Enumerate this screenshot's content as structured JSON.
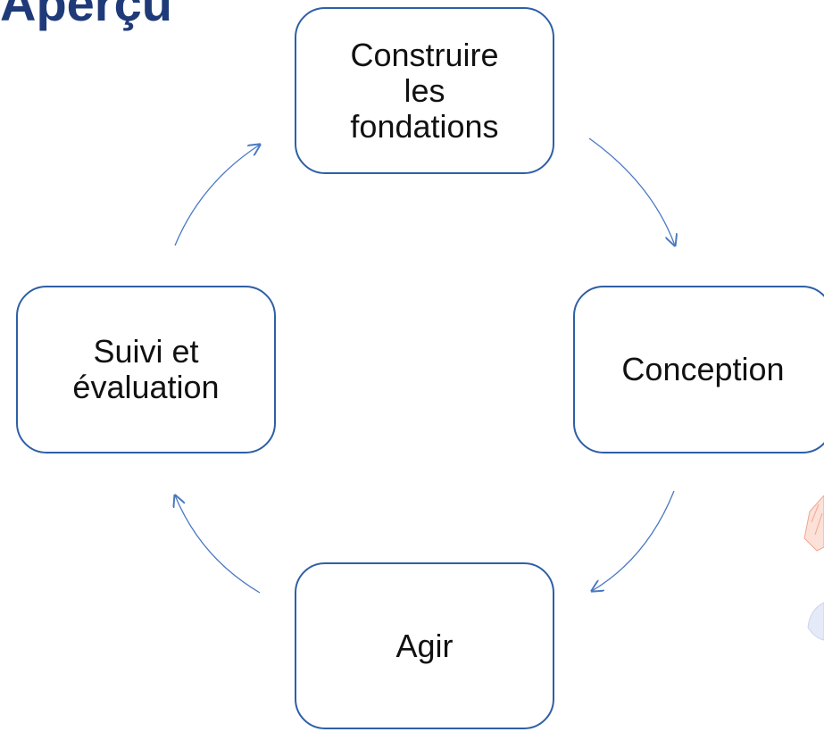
{
  "slide": {
    "title": "Aperçu"
  },
  "diagram": {
    "type": "cycle",
    "accent_color": "#2e5fa5",
    "arrow_color": "#4a78c2",
    "title_color": "#1f3a78",
    "nodes": [
      {
        "id": "top",
        "label": "Construire les fondations"
      },
      {
        "id": "right",
        "label": "Conception"
      },
      {
        "id": "bottom",
        "label": "Agir"
      },
      {
        "id": "left",
        "label": "Suivi et évaluation"
      }
    ]
  },
  "decorations": {
    "icon": "rocket-icon",
    "colors": [
      "#f2a58e",
      "#c8d3ee"
    ]
  }
}
